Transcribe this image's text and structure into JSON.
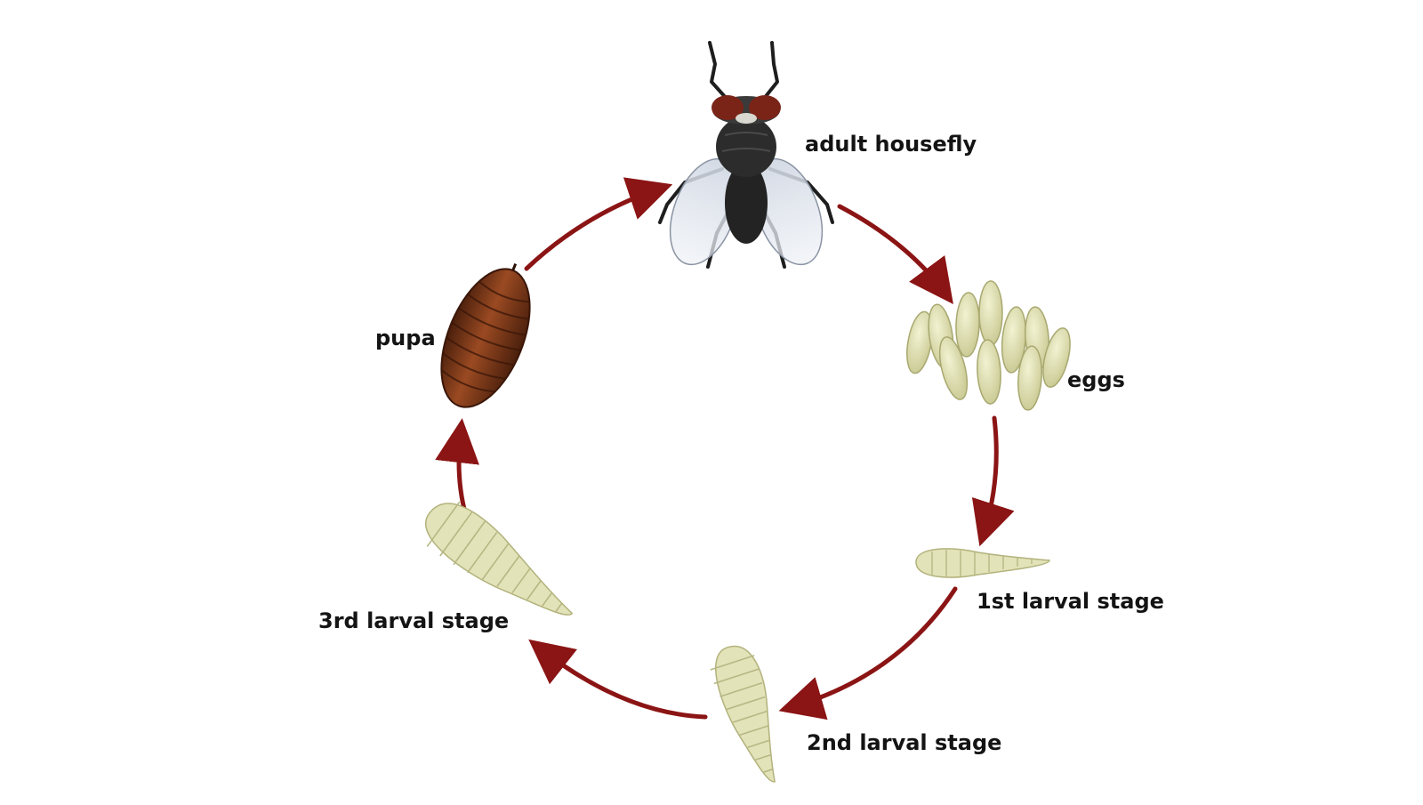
{
  "diagram": {
    "stages": {
      "adult": {
        "label": "adult housefly"
      },
      "eggs": {
        "label": "eggs"
      },
      "larva1": {
        "label": "1st larval stage"
      },
      "larva2": {
        "label": "2nd larval stage"
      },
      "larva3": {
        "label": "3rd larval stage"
      },
      "pupa": {
        "label": "pupa"
      }
    },
    "colors": {
      "arrow": "#8b1414",
      "egg_fill": "#dcdcae",
      "larva_fill": "#e3e3ba",
      "pupa_fill": "#7a3a1c",
      "fly_body": "#2c2c2c",
      "fly_eye": "#7a2418",
      "label_text": "#141414"
    }
  }
}
